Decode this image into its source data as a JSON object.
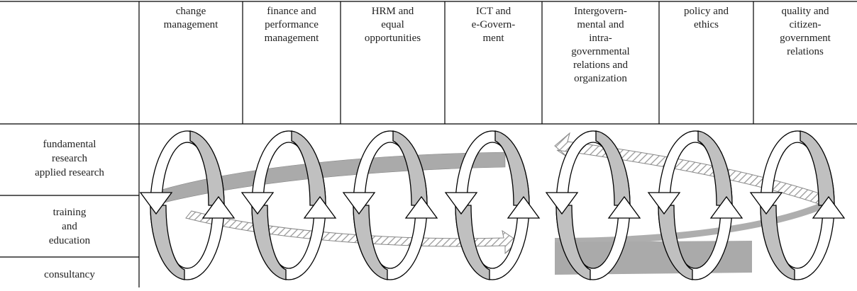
{
  "columns": [
    {
      "label": "change\nmanagement"
    },
    {
      "label": "finance and\nperformance\nmanagement"
    },
    {
      "label": "HRM and\nequal\nopportunities"
    },
    {
      "label": "ICT and\ne-Govern-\nment"
    },
    {
      "label": "Intergovern-\nmental and\nintra-\ngovernmental\nrelations and\norganization"
    },
    {
      "label": "policy and\nethics"
    },
    {
      "label": "quality and\ncitizen-\ngovernment\nrelations"
    }
  ],
  "rows": [
    {
      "label": "fundamental\nresearch\napplied research"
    },
    {
      "label": "training\nand\neducation"
    },
    {
      "label": "consultancy"
    }
  ],
  "colors": {
    "ring_front": "#c0c0c0",
    "band_solid": "#aaaaaa",
    "band_hatch": "#9a9a9a",
    "grid": "#000000"
  }
}
